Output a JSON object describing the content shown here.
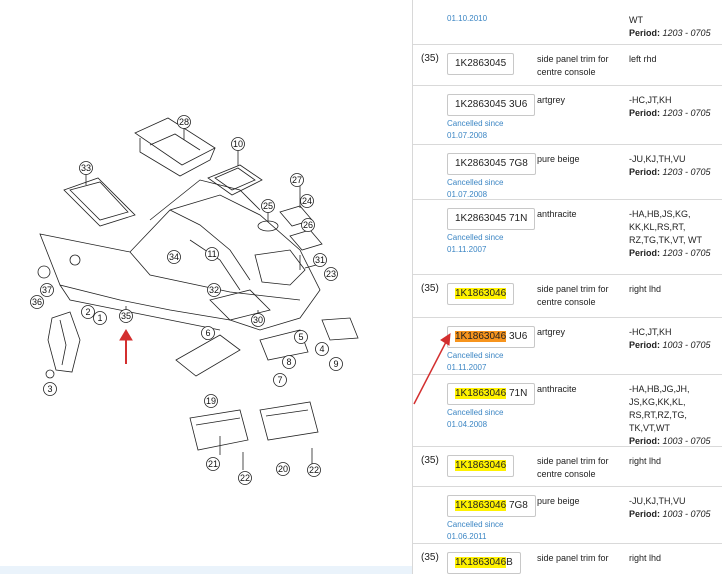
{
  "diagram": {
    "callouts": [
      "28",
      "10",
      "33",
      "27",
      "24",
      "25",
      "26",
      "34",
      "11",
      "23",
      "36",
      "37",
      "32",
      "1",
      "2",
      "35",
      "30",
      "31",
      "4",
      "9",
      "6",
      "5",
      "3",
      "7",
      "8",
      "19",
      "21",
      "20",
      "22",
      "22"
    ],
    "arrow_color": "#d32f2f"
  },
  "parts": {
    "top_row": {
      "date": "01.10.2010",
      "notes": "WT",
      "period_label": "Period:",
      "period_value": "1203 - 0705"
    },
    "rows": [
      {
        "pos": "(35)",
        "part_a": "1K2863045",
        "part_b": "",
        "highlight": "none",
        "desc": "side panel trim for centre console",
        "notes": "left rhd",
        "period_label": "",
        "period_value": "",
        "cancel_label": "",
        "cancel_date": ""
      },
      {
        "pos": "",
        "part_a": "1K2863045",
        "part_b": " 3U6",
        "highlight": "none",
        "desc": "artgrey",
        "notes": "-HC,JT,KH",
        "period_label": "Period:",
        "period_value": "1203 - 0705",
        "cancel_label": "Cancelled since",
        "cancel_date": "01.07.2008"
      },
      {
        "pos": "",
        "part_a": "1K2863045",
        "part_b": " 7G8",
        "highlight": "none",
        "desc": "pure beige",
        "notes": "-JU,KJ,TH,VU",
        "period_label": "Period:",
        "period_value": "1203 - 0705",
        "cancel_label": "Cancelled since",
        "cancel_date": "01.07.2008"
      },
      {
        "pos": "",
        "part_a": "1K2863045",
        "part_b": " 71N",
        "highlight": "none",
        "desc": "anthracite",
        "notes": "-HA,HB,JS,KG, KK,KL,RS,RT, RZ,TG,TK,VT, WT",
        "period_label": "Period:",
        "period_value": "1203 - 0705",
        "cancel_label": "Cancelled since",
        "cancel_date": "01.11.2007"
      },
      {
        "pos": "(35)",
        "part_a": "1K1863046",
        "part_b": "",
        "highlight": "yellow",
        "desc": "side panel trim for centre console",
        "notes": "right lhd",
        "period_label": "",
        "period_value": "",
        "cancel_label": "",
        "cancel_date": ""
      },
      {
        "pos": "",
        "part_a": "1K1863046",
        "part_b": " 3U6",
        "highlight": "orange",
        "desc": "artgrey",
        "notes": "-HC,JT,KH",
        "period_label": "Period:",
        "period_value": "1003 - 0705",
        "cancel_label": "Cancelled since",
        "cancel_date": "01.11.2007"
      },
      {
        "pos": "",
        "part_a": "1K1863046",
        "part_b": " 71N",
        "highlight": "yellow",
        "desc": "anthracite",
        "notes": "-HA,HB,JG,JH, JS,KG,KK,KL, RS,RT,RZ,TG, TK,VT,WT",
        "period_label": "Period:",
        "period_value": "1003 - 0705",
        "cancel_label": "Cancelled since",
        "cancel_date": "01.04.2008"
      },
      {
        "pos": "(35)",
        "part_a": "1K1863046",
        "part_b": "",
        "highlight": "yellow",
        "desc": "side panel trim for centre console",
        "notes": "right lhd",
        "period_label": "",
        "period_value": "",
        "cancel_label": "",
        "cancel_date": ""
      },
      {
        "pos": "",
        "part_a": "1K1863046",
        "part_b": " 7G8",
        "highlight": "yellow",
        "desc": "pure beige",
        "notes": "-JU,KJ,TH,VU",
        "period_label": "Period:",
        "period_value": "1003 - 0705",
        "cancel_label": "Cancelled since",
        "cancel_date": "01.06.2011"
      },
      {
        "pos": "(35)",
        "part_a": "1K1863046",
        "part_b": "B",
        "highlight": "yellow",
        "desc": "side panel trim for",
        "notes": "right lhd",
        "period_label": "",
        "period_value": "",
        "cancel_label": "",
        "cancel_date": ""
      }
    ]
  }
}
